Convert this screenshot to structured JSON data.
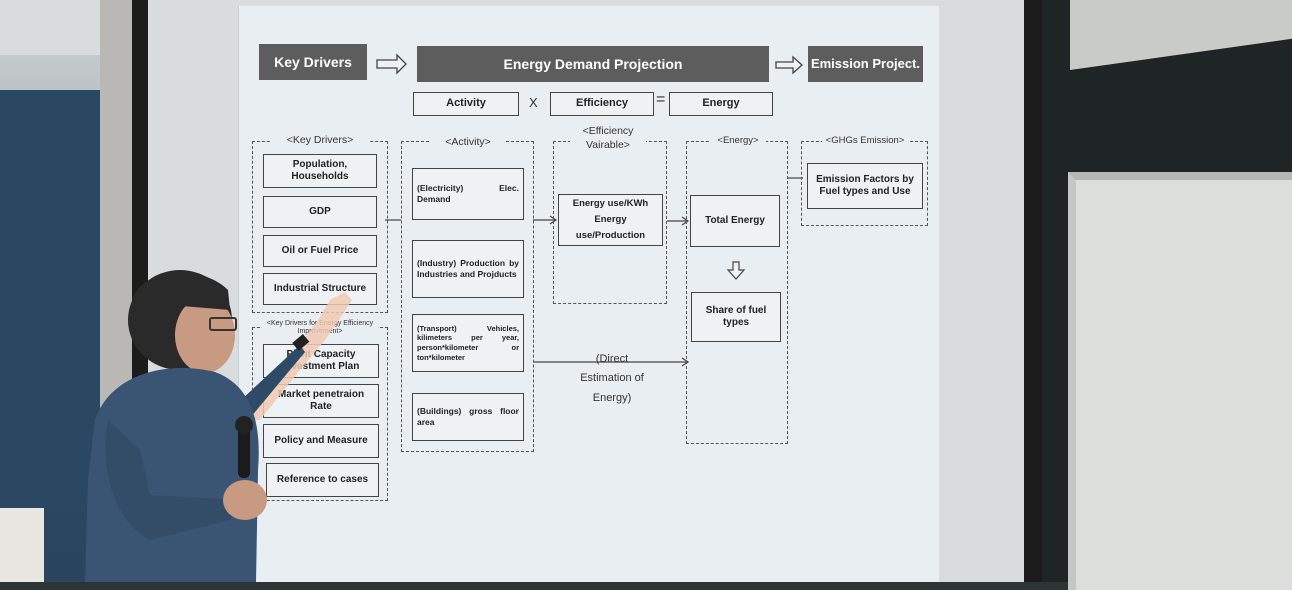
{
  "header": {
    "key_drivers": "Key Drivers",
    "energy_demand": "Energy Demand Projection",
    "emission": "Emission Project."
  },
  "formula": {
    "activity": "Activity",
    "times": "X",
    "efficiency": "Efficiency",
    "equals": "=",
    "energy": "Energy"
  },
  "columns": {
    "key_drivers": "<Key Drivers>",
    "activity": "<Activity>",
    "efficiency": "<Efficiency Vairable>",
    "energy": "<Energy>",
    "ghg": "<GHGs Emission>"
  },
  "key_drivers_items": [
    "Population, Households",
    "GDP",
    "Oil or Fuel Price",
    "Industrial Structure"
  ],
  "key_drivers2_title": "<Key Drivers for Energy Efficiency Improvement>",
  "key_drivers2_items": [
    "Plant Capacity Investment Plan",
    "Market penetraion Rate",
    "Policy and Measure",
    "Reference to cases"
  ],
  "activity_items": [
    "(Electricity) Elec. Demand",
    "(Industry) Production by Industries and Projducts",
    "(Transport) Vehicles, kilimeters per year, person*kilometer or ton*kilometer",
    "(Buildings) gross floor area"
  ],
  "efficiency_item": "Energy use/KWh Energy use/Production",
  "energy_items": [
    "Total Energy",
    "Share of fuel types"
  ],
  "ghg_item": "Emission Factors by Fuel types and Use",
  "direct_estimation": "(Direct Estimation of Energy)",
  "colors": {
    "slide_bg": "#e9eef2",
    "header_fill": "#5d5d5d",
    "line": "#444444"
  }
}
